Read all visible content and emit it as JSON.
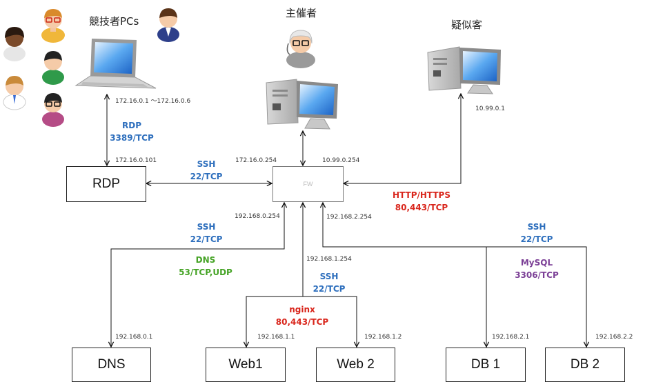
{
  "titles": {
    "players": "競技者PCs",
    "organizer": "主催者",
    "pseudo_client": "疑似客"
  },
  "nodes": {
    "rdp": "RDP",
    "fw": "FW",
    "dns": "DNS",
    "web1": "Web1",
    "web2": "Web 2",
    "db1": "DB 1",
    "db2": "DB 2"
  },
  "addresses": {
    "player_range": "172.16.0.1 ～172.16.0.6",
    "rdp_ip": "172.16.0.101",
    "fw_ext_172": "172.16.0.254",
    "fw_ext_10": "10.99.0.254",
    "client_ip": "10.99.0.1",
    "fw_192_0": "192.168.0.254",
    "fw_192_1": "192.168.1.254",
    "fw_192_2": "192.168.2.254",
    "dns_ip": "192.168.0.1",
    "web1_ip": "192.168.1.1",
    "web2_ip": "192.168.1.2",
    "db1_ip": "192.168.2.1",
    "db2_ip": "192.168.2.2"
  },
  "protocols": {
    "rdp": {
      "name": "RDP",
      "port": "3389/TCP"
    },
    "ssh_rdp_fw": {
      "name": "SSH",
      "port": "22/TCP"
    },
    "http": {
      "name": "HTTP/HTTPS",
      "port": "80,443/TCP"
    },
    "ssh_dns": {
      "name": "SSH",
      "port": "22/TCP"
    },
    "dns": {
      "name": "DNS",
      "port": "53/TCP,UDP"
    },
    "ssh_web": {
      "name": "SSH",
      "port": "22/TCP"
    },
    "nginx": {
      "name": "nginx",
      "port": "80,443/TCP"
    },
    "ssh_db": {
      "name": "SSH",
      "port": "22/TCP"
    },
    "mysql": {
      "name": "MySQL",
      "port": "3306/TCP"
    }
  },
  "colors": {
    "ssh_rdp": "#2e6fbd",
    "web": "#d9261c",
    "dns": "#45a325",
    "mysql": "#7b3f96"
  },
  "icons": [
    "person-icon",
    "laptop-icon",
    "desktop-computer-icon",
    "server-computer-icon"
  ]
}
